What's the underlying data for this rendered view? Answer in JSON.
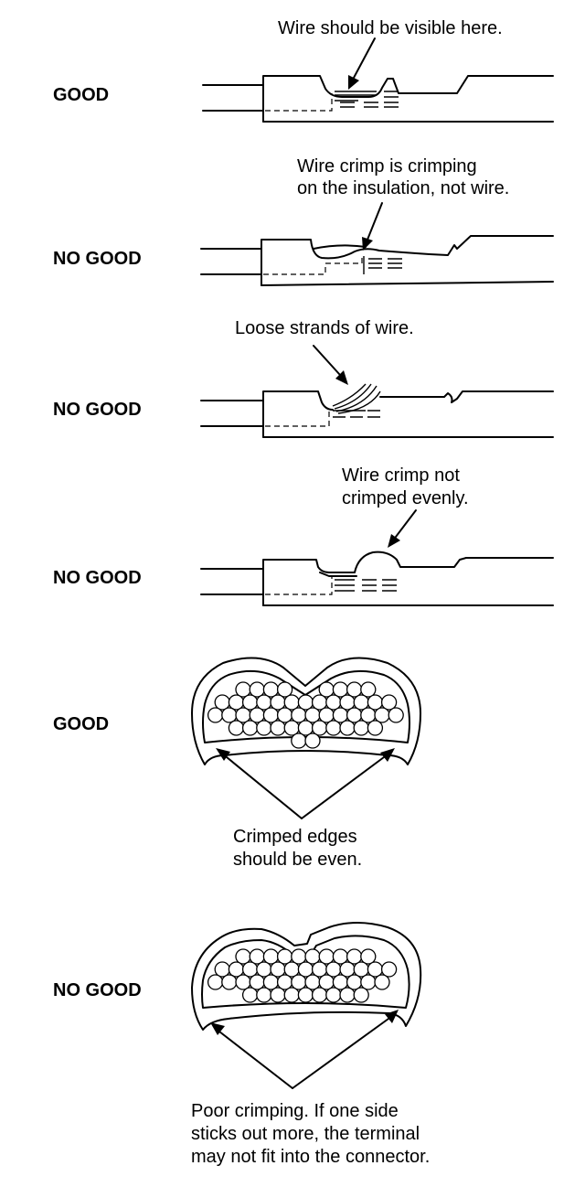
{
  "panels": [
    {
      "verdict": "GOOD",
      "note_lines": [
        "Wire should be visible here."
      ]
    },
    {
      "verdict": "NO GOOD",
      "note_lines": [
        "Wire crimp is crimping",
        "on the insulation, not wire."
      ]
    },
    {
      "verdict": "NO GOOD",
      "note_lines": [
        "Loose strands of wire."
      ]
    },
    {
      "verdict": "NO GOOD",
      "note_lines": [
        "Wire crimp not",
        "crimped evenly."
      ]
    },
    {
      "verdict": "GOOD",
      "note_lines": [
        "Crimped edges",
        "should be even."
      ]
    },
    {
      "verdict": "NO GOOD",
      "note_lines": [
        "Poor crimping. If one side",
        "sticks out more, the terminal",
        "may not fit into the connector."
      ]
    }
  ]
}
